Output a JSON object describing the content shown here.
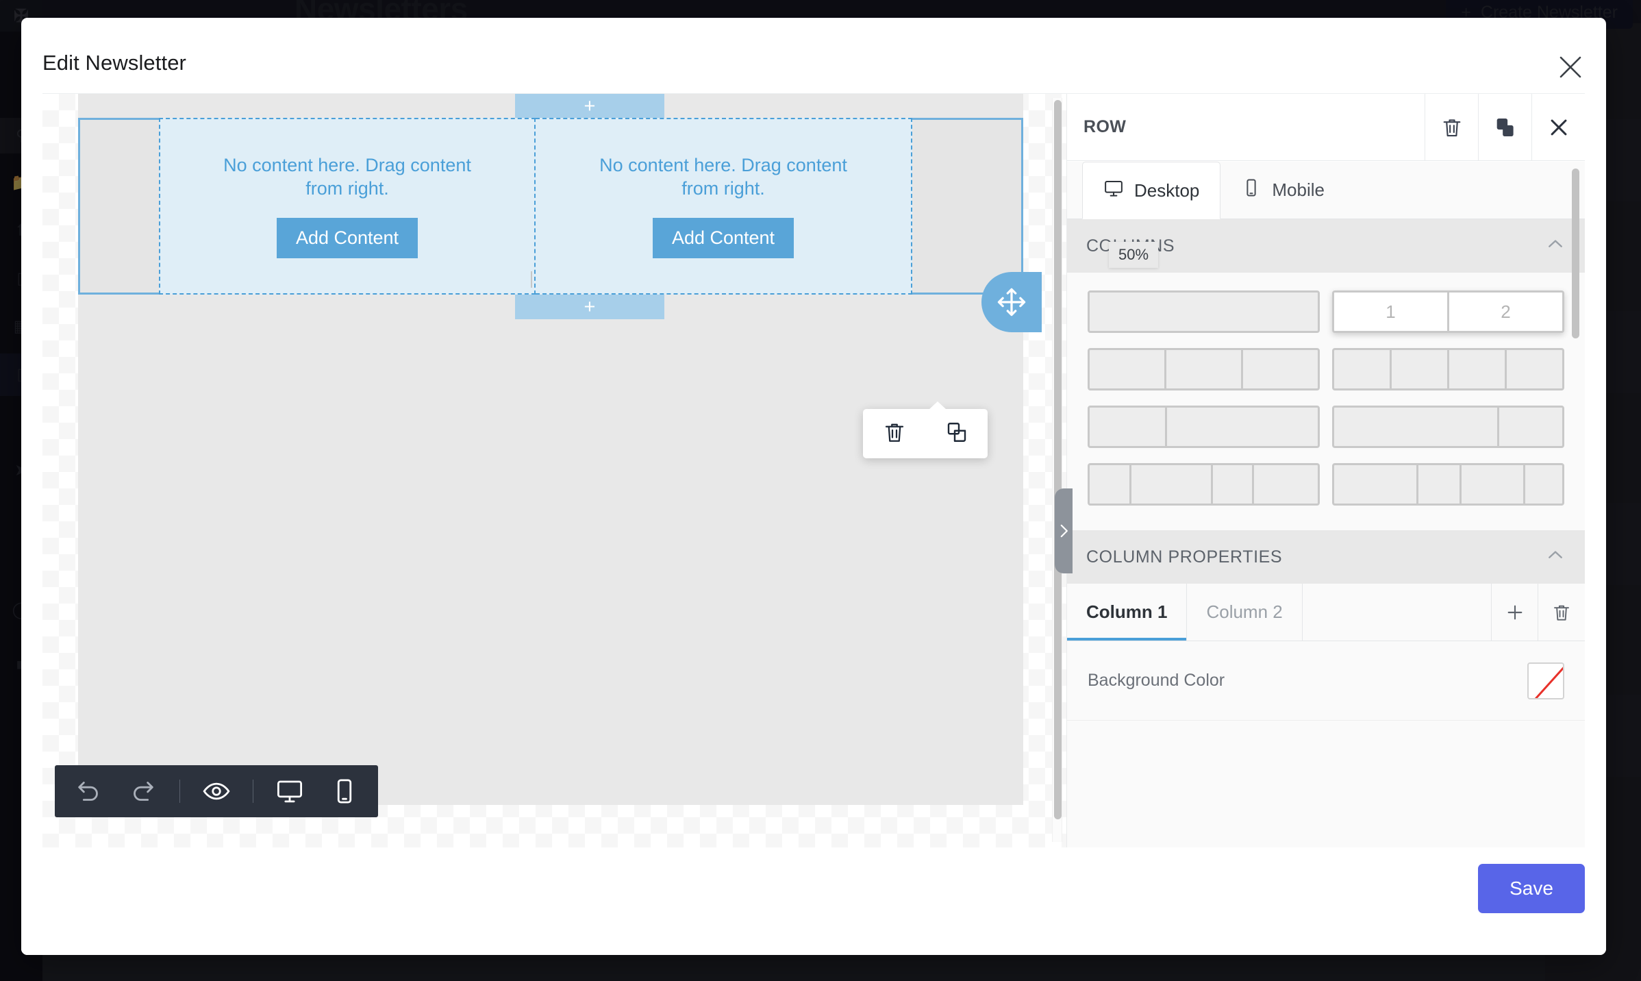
{
  "background": {
    "page_title": "Newsletters",
    "create_button_label": "Create Newsletter",
    "create_button_icon": "plus-icon",
    "logo": "logo-icon",
    "search_icon": "search-icon",
    "sidebar_icons": [
      "folder-icon",
      "upload-icon",
      "screen-icon",
      "collection-icon",
      "card-icon",
      "send-icon",
      "clock-icon",
      "device-icon"
    ]
  },
  "modal": {
    "title": "Edit Newsletter",
    "close_icon": "close-icon",
    "save_label": "Save"
  },
  "canvas": {
    "columns": [
      {
        "empty_text": "No content here. Drag content from right.",
        "button_label": "Add Content"
      },
      {
        "empty_text": "No content here. Drag content from right.",
        "button_label": "Add Content"
      }
    ],
    "add_row_top_icon": "plus-icon",
    "add_row_bottom_icon": "plus-icon",
    "move_handle_icon": "move-icon",
    "column_resize_icon": "column-resize-icon",
    "row_tools": [
      {
        "icon": "trash-icon",
        "name": "delete-row"
      },
      {
        "icon": "duplicate-icon",
        "name": "duplicate-row"
      }
    ],
    "bottom_toolbar": [
      {
        "icon": "undo-icon",
        "name": "undo"
      },
      {
        "icon": "redo-icon",
        "name": "redo"
      },
      {
        "icon": "eye-icon",
        "name": "preview"
      },
      {
        "icon": "desktop-icon",
        "name": "desktop-view"
      },
      {
        "icon": "mobile-icon",
        "name": "mobile-view"
      }
    ],
    "collapse_icon": "chevron-right-icon"
  },
  "panel": {
    "title": "ROW",
    "header_actions": [
      {
        "icon": "trash-icon",
        "name": "delete-row"
      },
      {
        "icon": "duplicate-icon",
        "name": "duplicate-row"
      },
      {
        "icon": "close-icon",
        "name": "close-panel"
      }
    ],
    "device_tabs": [
      {
        "label": "Desktop",
        "icon": "desktop-icon",
        "active": true
      },
      {
        "label": "Mobile",
        "icon": "mobile-icon",
        "active": false
      }
    ],
    "columns_section": {
      "title": "COLUMNS",
      "chevron": "chevron-up-icon",
      "tooltip": "50%",
      "layouts": [
        {
          "cells": [
            ""
          ],
          "selected": false
        },
        {
          "cells": [
            "1",
            "2"
          ],
          "selected": true
        },
        {
          "cells": [
            "",
            "",
            ""
          ],
          "selected": false
        },
        {
          "cells": [
            "",
            "",
            "",
            ""
          ],
          "selected": false
        },
        {
          "cells": [
            "",
            ""
          ],
          "weights": [
            1,
            2
          ],
          "selected": false
        },
        {
          "cells": [
            "",
            ""
          ],
          "weights": [
            2,
            1
          ],
          "selected": false
        },
        {
          "cells": [
            "",
            "",
            "",
            ""
          ],
          "weights": [
            1,
            2,
            1,
            2
          ],
          "selected": false
        },
        {
          "cells": [
            "",
            "",
            "",
            ""
          ],
          "weights": [
            2,
            1,
            2,
            1
          ],
          "selected": false
        }
      ]
    },
    "column_properties": {
      "title": "COLUMN PROPERTIES",
      "chevron": "chevron-up-icon",
      "tabs": [
        {
          "label": "Column 1",
          "active": true
        },
        {
          "label": "Column 2",
          "active": false
        }
      ],
      "add_icon": "plus-icon",
      "delete_icon": "trash-icon",
      "rows": [
        {
          "label": "Background Color",
          "value": "transparent",
          "control": "color-swatch"
        }
      ]
    }
  },
  "colors": {
    "accent_blue": "#4a9fd8",
    "row_border": "#6fb0dd",
    "column_fill": "#dfeef7",
    "save_button": "#5865e8",
    "dark_toolbar": "#2c323d",
    "swatch_slash": "#e8312a"
  }
}
